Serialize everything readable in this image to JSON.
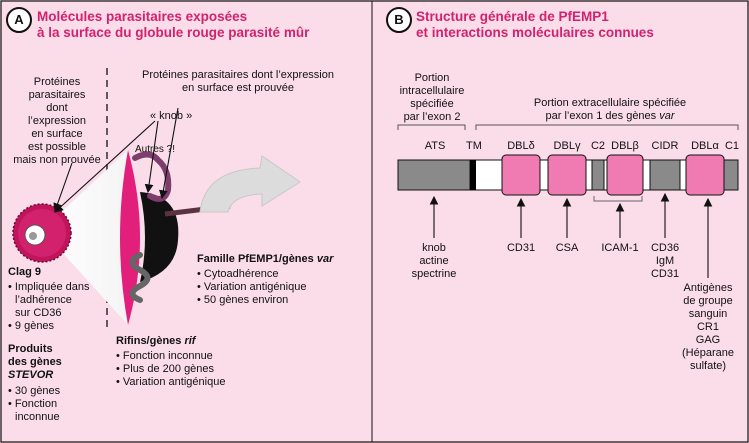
{
  "panel_a": {
    "badge": "A",
    "title_line1": "Molécules parasitaires exposées",
    "title_line2": "à la surface du globule rouge parasité mûr",
    "left_col_lines": [
      "Protéines",
      "parasitaires",
      "dont",
      "l’expression",
      "en surface",
      "est possible",
      "mais non prouvée"
    ],
    "right_col_lines": [
      "Protéines parasitaires dont l’expression",
      "en surface est prouvée"
    ],
    "knob_label": "« knob »",
    "autres_label": "Autres ?!",
    "clag": {
      "title": "Clag 9",
      "bullets": [
        "• Impliquée dans",
        "l’adhérence",
        "sur CD36",
        "• 9 gènes"
      ]
    },
    "stevor": {
      "title_lines": [
        "Produits",
        "des gènes"
      ],
      "title_italic": "STEVOR",
      "bullets": [
        "• 30 gènes",
        "• Fonction",
        "inconnue"
      ]
    },
    "rifins": {
      "title": "Rifins/gènes ",
      "title_italic": "rif",
      "bullets": [
        "• Fonction inconnue",
        "• Plus de 200 gènes",
        "• Variation antigénique"
      ]
    },
    "pfemp1": {
      "title": "Famille PfEMP1/gènes ",
      "title_italic": "var",
      "bullets": [
        "• Cytoadhérence",
        "• Variation antigénique",
        "• 50 gènes environ"
      ]
    }
  },
  "panel_b": {
    "badge": "B",
    "title_line1": "Structure générale de PfEMP1",
    "title_line2": "et interactions moléculaires connues",
    "intracellular_lines": [
      "Portion",
      "intracellulaire",
      "spécifiée",
      "par l’exon 2"
    ],
    "extracellular_line1": "Portion extracellulaire spécifiée",
    "extracellular_line2a": "par l’exon 1 des gènes ",
    "extracellular_line2b": "var",
    "domains": [
      "ATS",
      "TM",
      "DBLδ",
      "DBLγ",
      "C2",
      "DBLβ",
      "CIDR",
      "DBLα",
      "C1"
    ],
    "ligands": {
      "ats": [
        "knob",
        "actine",
        "spectrine"
      ],
      "dbl_delta": [
        "CD31"
      ],
      "dbl_gamma": [
        "CSA"
      ],
      "dbl_beta": [
        "ICAM-1"
      ],
      "cidr": [
        "CD36",
        "IgM",
        "CD31"
      ],
      "dbl_alpha": [
        "Antigènes",
        "de groupe",
        "sanguin",
        "CR1",
        "GAG",
        "(Héparane",
        "sulfate)"
      ]
    }
  },
  "colors": {
    "accent": "#d2226e",
    "background": "#fbdde9",
    "domain_pink": "#f07ab2",
    "grey": "#8a8a8a"
  }
}
